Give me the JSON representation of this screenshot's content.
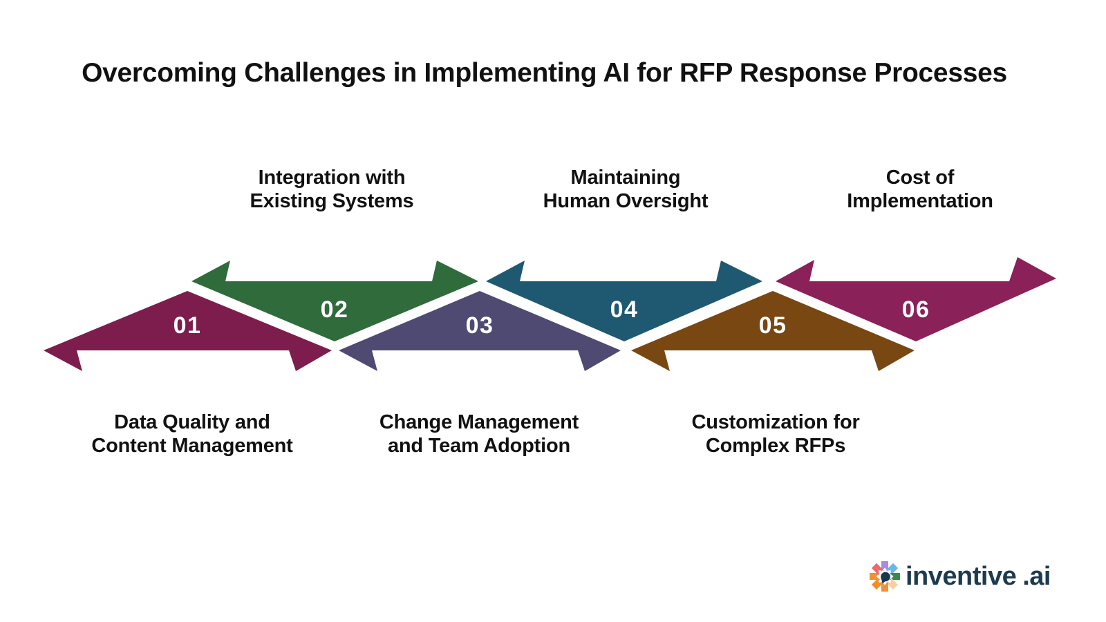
{
  "title": "Overcoming Challenges in Implementing AI for RFP Response Processes",
  "steps": [
    {
      "number": "01",
      "label": "Data Quality and\nContent Management",
      "color": "#7c1d4d",
      "label_position": "below"
    },
    {
      "number": "02",
      "label": "Integration with\nExisting Systems",
      "color": "#2f6b3b",
      "label_position": "above"
    },
    {
      "number": "03",
      "label": "Change Management\nand Team Adoption",
      "color": "#4e4a72",
      "label_position": "below"
    },
    {
      "number": "04",
      "label": "Maintaining\nHuman Oversight",
      "color": "#1e5971",
      "label_position": "above"
    },
    {
      "number": "05",
      "label": "Customization for\nComplex RFPs",
      "color": "#784712",
      "label_position": "below"
    },
    {
      "number": "06",
      "label": "Cost of\nImplementation",
      "color": "#8a2158",
      "label_position": "above"
    }
  ],
  "logo": {
    "brand": "inventive",
    "domain": ".ai",
    "text_color": "#1c3b4e",
    "icon": "burst-icon",
    "icon_center_color": "#16394d",
    "petal_colors": {
      "top": "#a78be0",
      "top_right": "#66b7ea",
      "right": "#3c8a4b",
      "bottom_right": "#f6cfa4",
      "bottom": "#f09137",
      "bottom_left": "#ef8e2a",
      "left": "#f0922e",
      "top_left": "#ee6a6a"
    }
  }
}
